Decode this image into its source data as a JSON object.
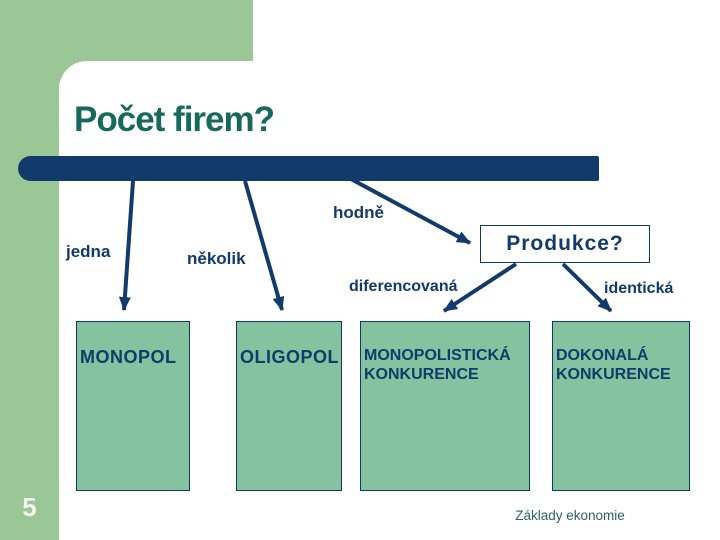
{
  "slide": {
    "title": "Počet firem?",
    "page_number": "5",
    "footer": "Základy ekonomie"
  },
  "diagram": {
    "firm_count_labels": {
      "one": "jedna",
      "few": "několik",
      "many": "hodně"
    },
    "production_question": "Produkce?",
    "production_labels": {
      "differentiated": "diferencovaná",
      "identical": "identická"
    },
    "boxes": [
      {
        "line1": "MONOPOL",
        "line2": ""
      },
      {
        "line1": "OLIGOPOL",
        "line2": ""
      },
      {
        "line1": "MONOPOLISTICKÁ",
        "line2": "KONKURENCE"
      },
      {
        "line1": "DOKONALÁ",
        "line2": "KONKURENCE"
      }
    ]
  },
  "colors": {
    "accent_navy": "#123A6B",
    "title_teal": "#17695E",
    "band_green": "#9AC795",
    "box_green": "#85C2A0",
    "footer_teal": "#2E5F66",
    "border_dark": "#123A5E"
  }
}
